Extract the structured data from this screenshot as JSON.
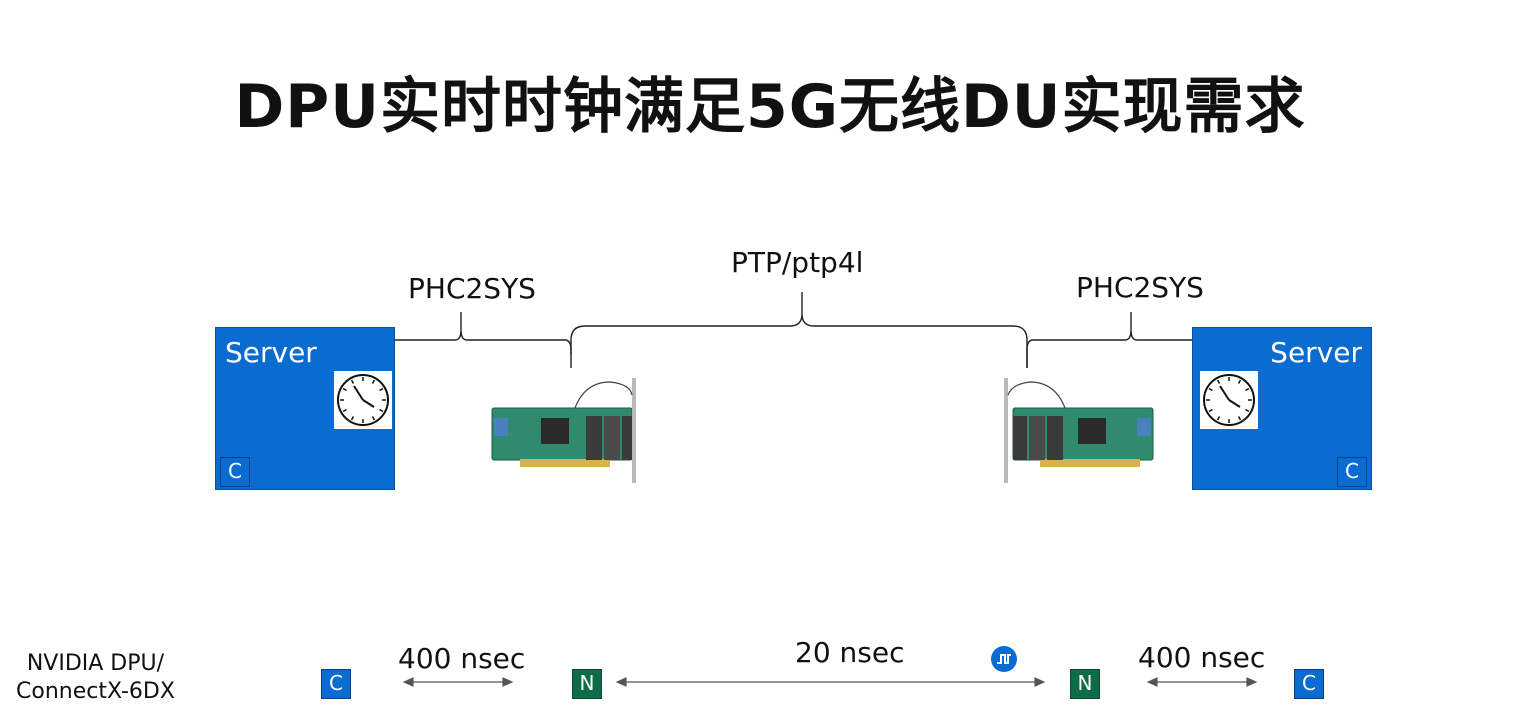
{
  "title": "DPU实时时钟满足5G无线DU实现需求",
  "diagram": {
    "ptp_label": "PTP/ptp4l",
    "phc_left_label": "PHC2SYS",
    "phc_right_label": "PHC2SYS",
    "server_left": {
      "name": "Server",
      "badge": "C"
    },
    "server_right": {
      "name": "Server",
      "badge": "C"
    },
    "card_icon": "network-adapter-card",
    "clock_icon": "clock-icon"
  },
  "timeline": {
    "vendor_line1": "NVIDIA DPU/",
    "vendor_line2": "ConnectX-6DX",
    "badge_c": "C",
    "badge_n": "N",
    "latency_left": "400 nsec",
    "latency_middle": "20 nsec",
    "latency_right": "400 nsec",
    "pulse_icon": "pps-pulse-icon"
  },
  "colors": {
    "server_blue": "#0a6bd1",
    "nic_green": "#0d6b47",
    "pcb_green": "#2f8a6e"
  }
}
